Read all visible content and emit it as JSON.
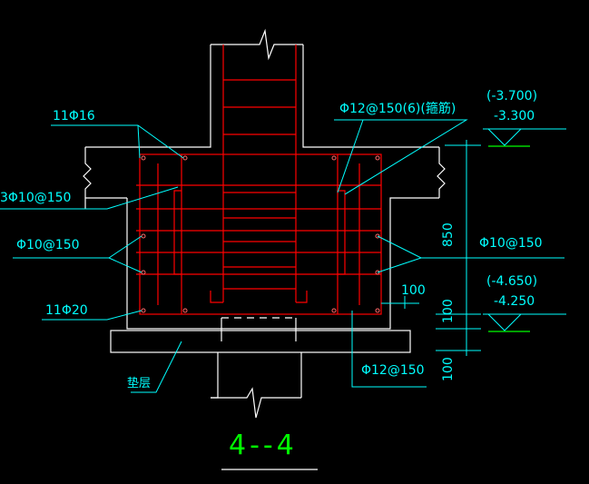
{
  "drawing": {
    "section_title": "4--4",
    "labels": {
      "top_bars": "11Φ16",
      "side_bars_1": "3Φ10@150",
      "side_bars_2": "Φ10@150",
      "bottom_bars": "11Φ20",
      "stirrup": "Φ12@150(6)(箍筋)",
      "right_side_bars": "Φ10@150",
      "bottom_right_bars": "Φ12@150",
      "bedding": "垫层"
    },
    "elevations": {
      "top_paren": "(-3.700)",
      "top": "-3.300",
      "bottom_paren": "(-4.650)",
      "bottom": "-4.250"
    },
    "dimensions": {
      "height": "850",
      "cover_h": "100",
      "cover_v1": "100",
      "cover_v2": "100"
    }
  },
  "colors": {
    "background": "#000000",
    "concrete_outline": "#ffffff",
    "rebar": "#ff0000",
    "leader": "#00ffff",
    "label": "#00ffff",
    "title": "#00ff00",
    "elevation_line": "#00ff00"
  }
}
